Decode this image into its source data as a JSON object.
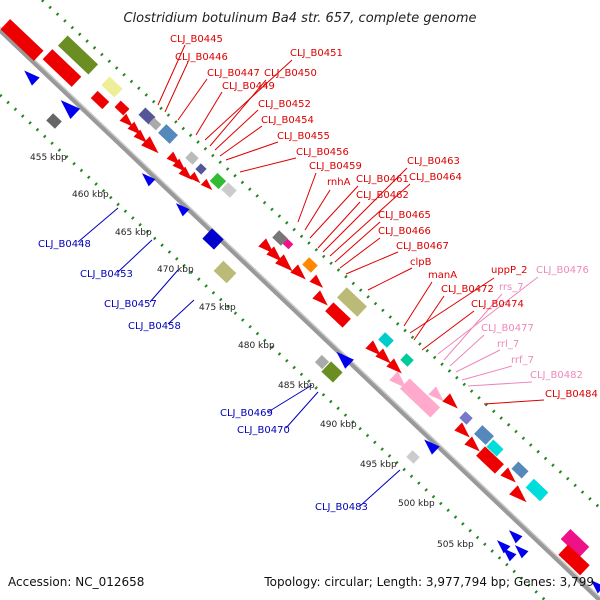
{
  "title": "Clostridium botulinum Ba4 str. 657, complete genome",
  "footer": {
    "accession": "Accession: NC_012658",
    "summary": "Topology: circular; Length: 3,977,794 bp; Genes: 3,799"
  },
  "colors": {
    "forward_label": "#dd0000",
    "reverse_label": "#0000bb",
    "rna_label": "#ee88bb",
    "backbone": "#999999",
    "tick_dots": "#228822"
  },
  "ticks": [
    "455 kbp",
    "460 kbp",
    "465 kbp",
    "470 kbp",
    "475 kbp",
    "480 kbp",
    "485 kbp",
    "490 kbp",
    "495 kbp",
    "500 kbp",
    "505 kbp"
  ],
  "forward_labels": [
    "CLJ_B0445",
    "CLJ_B0446",
    "CLJ_B0447",
    "CLJ_B0449",
    "CLJ_B0451",
    "CLJ_B0450",
    "CLJ_B0452",
    "CLJ_B0454",
    "CLJ_B0455",
    "CLJ_B0456",
    "CLJ_B0459",
    "rnhA",
    "CLJ_B0461",
    "CLJ_B0462",
    "CLJ_B0463",
    "CLJ_B0464",
    "CLJ_B0465",
    "CLJ_B0466",
    "CLJ_B0467",
    "clpB",
    "manA",
    "uppP_2",
    "CLJ_B0472",
    "CLJ_B0474",
    "CLJ_B0484"
  ],
  "rna_labels": [
    "CLJ_B0476",
    "rrs_7",
    "CLJ_B0477",
    "rrl_7",
    "rrf_7",
    "CLJ_B0482"
  ],
  "reverse_labels": [
    "CLJ_B0448",
    "CLJ_B0453",
    "CLJ_B0457",
    "CLJ_B0458",
    "CLJ_B0469",
    "CLJ_B0470",
    "CLJ_B0483"
  ]
}
